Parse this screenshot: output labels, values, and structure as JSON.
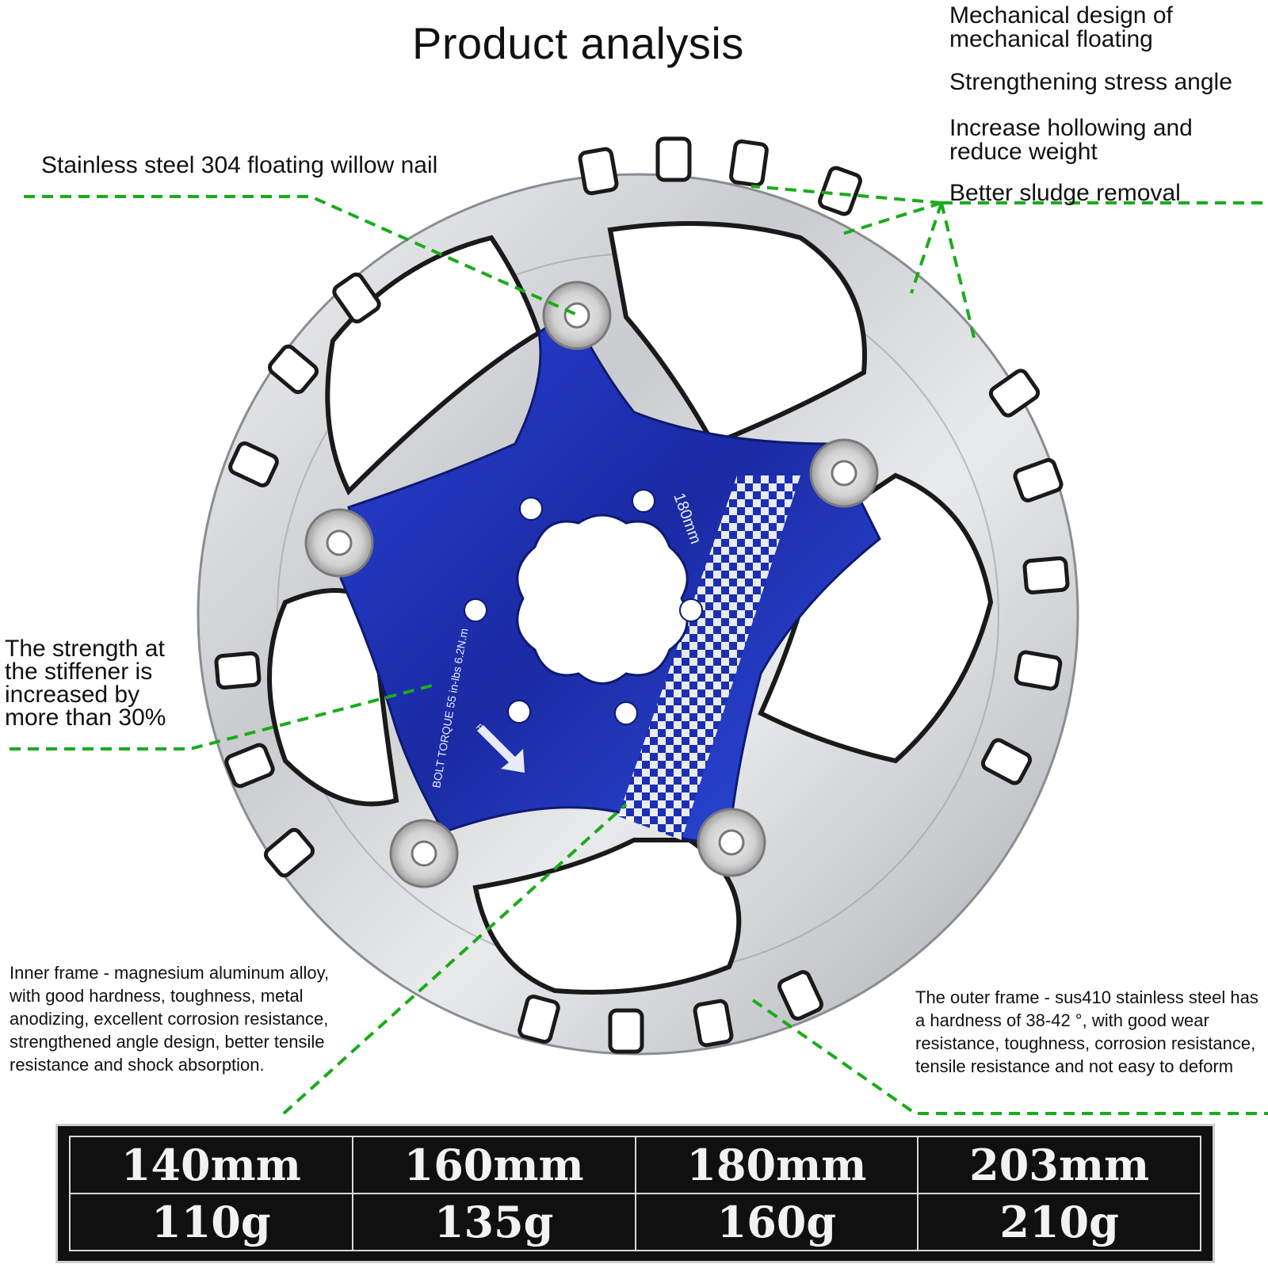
{
  "title": "Product analysis",
  "features": [
    "Mechanical design of mechanical floating",
    "Strengthening stress angle",
    "Increase hollowing and reduce weight",
    "Better sludge removal"
  ],
  "callouts": {
    "nail": "Stainless steel 304 floating willow nail",
    "stiffener": "The strength at the stiffener is increased by more than 30%",
    "inner_frame": "Inner frame - magnesium aluminum alloy, with good hardness, toughness, metal anodizing, excellent corrosion resistance, strengthened angle design, better tensile resistance and shock absorption.",
    "outer_frame": "The outer frame - sus410 stainless steel has a hardness of 38-42 °, with good wear resistance, toughness, corrosion resistance, tensile resistance and not easy to deform"
  },
  "rotor_marks": {
    "size": "180mm",
    "torque": "BOLT TORQUE 55 in-lbs 6.2N.m",
    "rotation": "ROTATION"
  },
  "sizes": {
    "rows": [
      [
        "140mm",
        "160mm",
        "180mm",
        "203mm"
      ],
      [
        "110g",
        "135g",
        "160g",
        "210g"
      ]
    ]
  },
  "colors": {
    "leader_line": "#1aab1a",
    "spider_blue": "#1b2fb0",
    "steel": "#c8cacd"
  }
}
